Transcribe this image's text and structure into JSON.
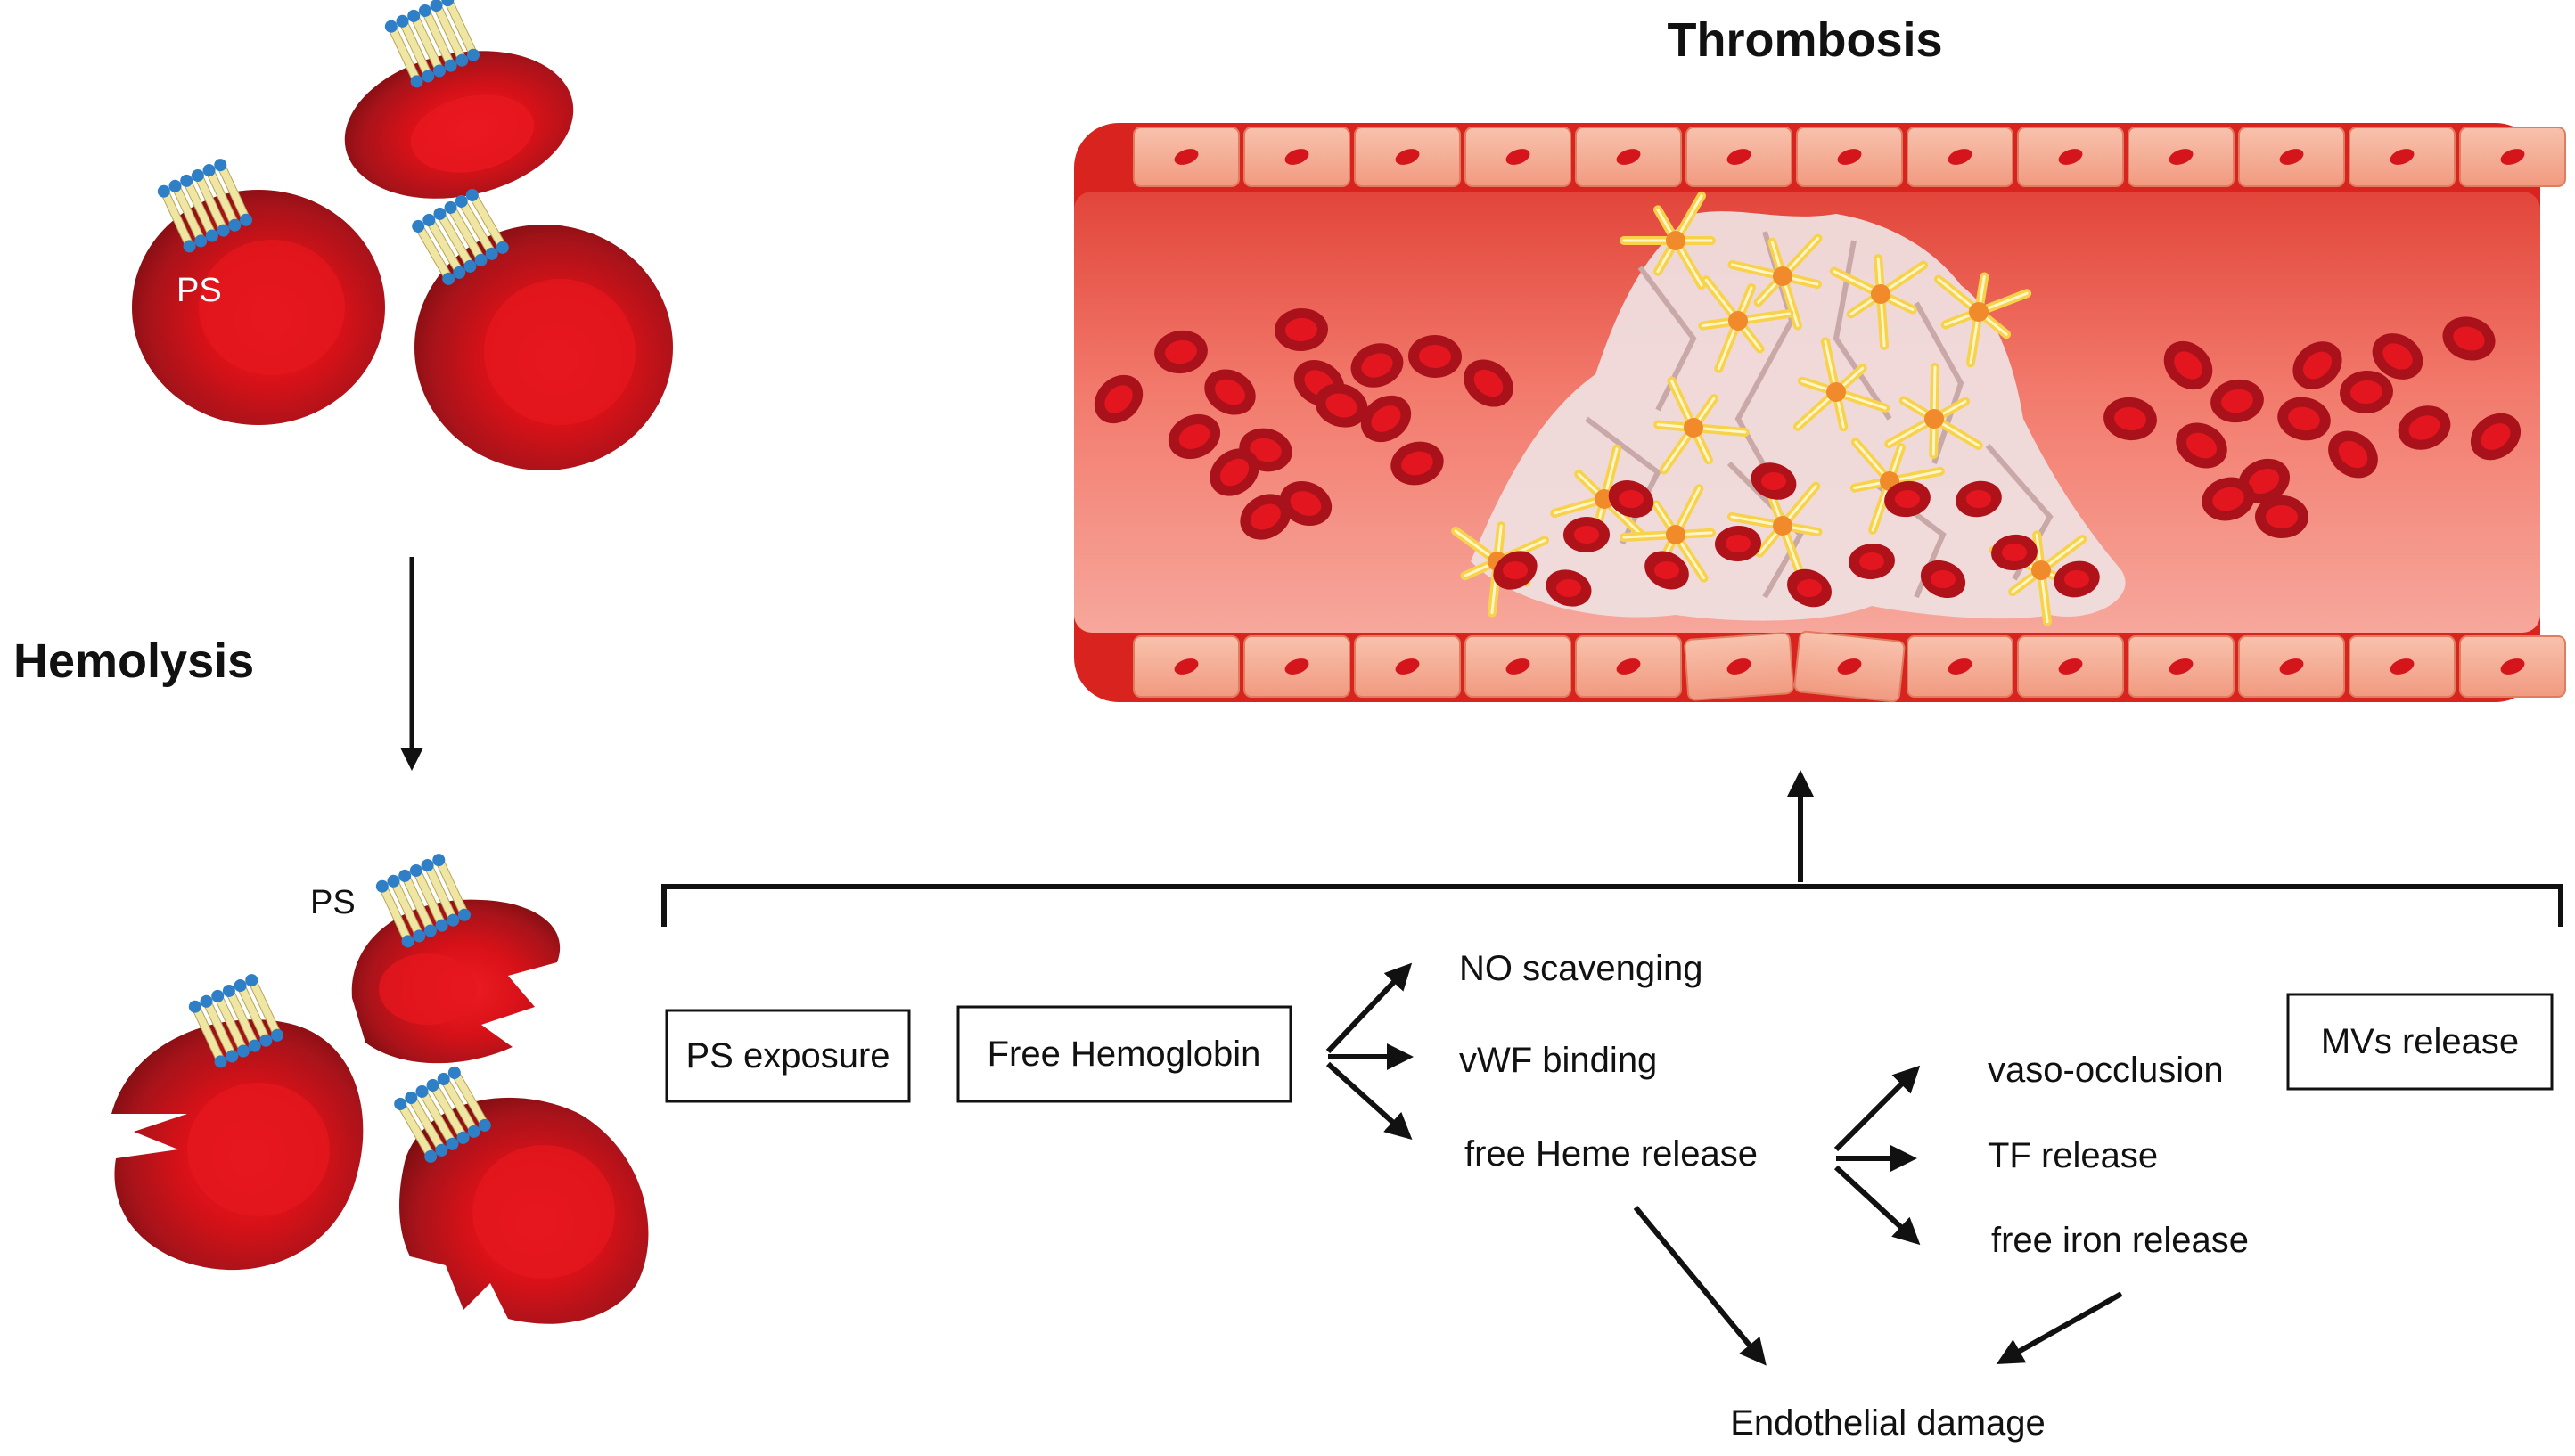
{
  "titles": {
    "thrombosis": "Thrombosis",
    "hemolysis": "Hemolysis"
  },
  "cell_labels": {
    "ps_top": "PS",
    "ps_bottom": "PS"
  },
  "boxes": {
    "ps_exposure": "PS exposure",
    "free_hemoglobin": "Free Hemoglobin",
    "mvs_release": "MVs release"
  },
  "hemoglobin_effects": {
    "no_scavenging": "NO scavenging",
    "vwf_binding": "vWF binding",
    "free_heme_release": "free Heme release"
  },
  "heme_effects": {
    "vaso_occlusion": "vaso-occlusion",
    "tf_release": "TF release",
    "free_iron_release": "free iron release"
  },
  "outcome": {
    "endothelial_damage": "Endothelial damage"
  },
  "colors": {
    "rbc_dark": "#a51217",
    "rbc_bright": "#e0131c",
    "vessel_wall": "#d8231e",
    "lumen": "#f0685c",
    "endothelial_cell": "#f6b09a",
    "platelet": "#f7d24a",
    "fibrin": "#e8d8d8",
    "membrane_head": "#2f7fc6",
    "membrane_tail": "#efe6a4"
  }
}
